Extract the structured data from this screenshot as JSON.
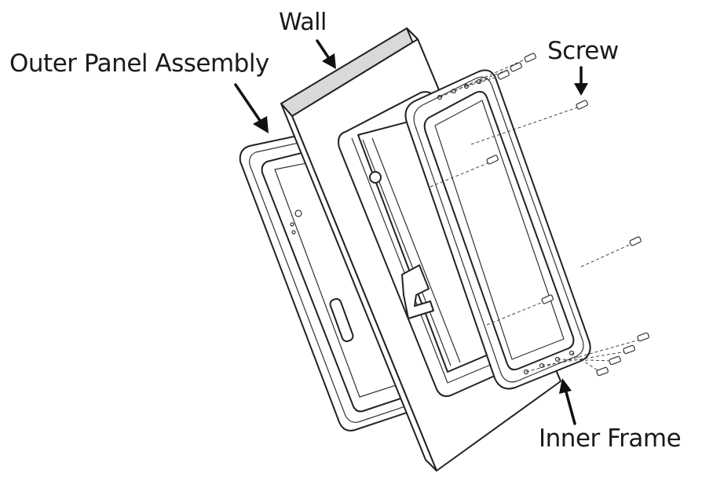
{
  "labels": {
    "outer_panel_assembly": "Outer Panel Assembly",
    "wall": "Wall",
    "screw": "Screw",
    "inner_frame": "Inner Frame"
  },
  "colors": {
    "line": "#222222",
    "background": "#ffffff",
    "shade": "#d9d9d9"
  }
}
